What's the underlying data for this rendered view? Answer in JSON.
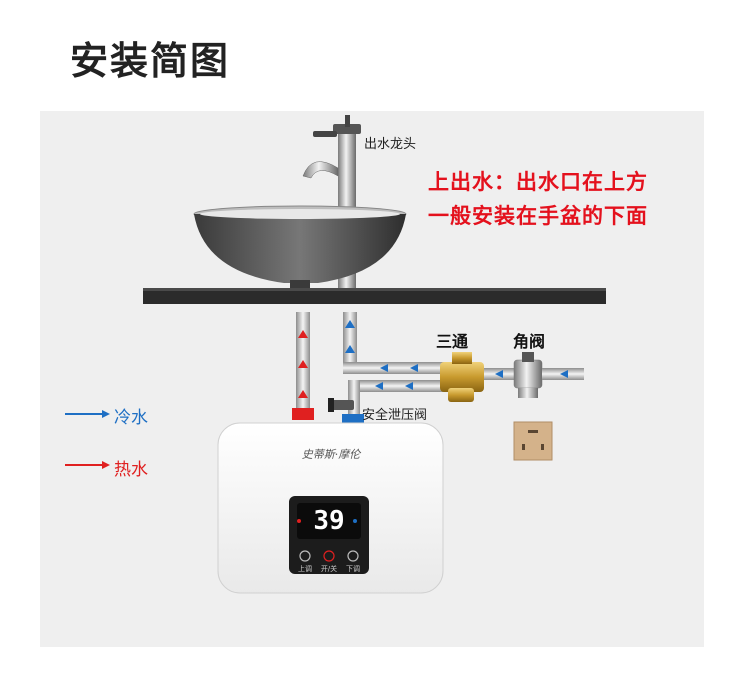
{
  "title": "安装简图",
  "faucet_label": "出水龙头",
  "headline_line1": "上出水：出水口在上方",
  "headline_line2": "一般安装在手盆的下面",
  "tee_label": "三通",
  "angle_valve_label": "角阀",
  "relief_valve_label": "安全泄压阀",
  "legend": {
    "cold": {
      "label": "冷水",
      "color": "#1e6fc4"
    },
    "hot": {
      "label": "热水",
      "color": "#e02020"
    }
  },
  "heater": {
    "brand": "史蒂斯·摩伦",
    "display_value": "39",
    "button_labels": [
      "上调",
      "开/关",
      "下调"
    ]
  },
  "colors": {
    "panel_bg": "#efefef",
    "counter": "#2b2b2b",
    "headline": "#e4111d"
  }
}
